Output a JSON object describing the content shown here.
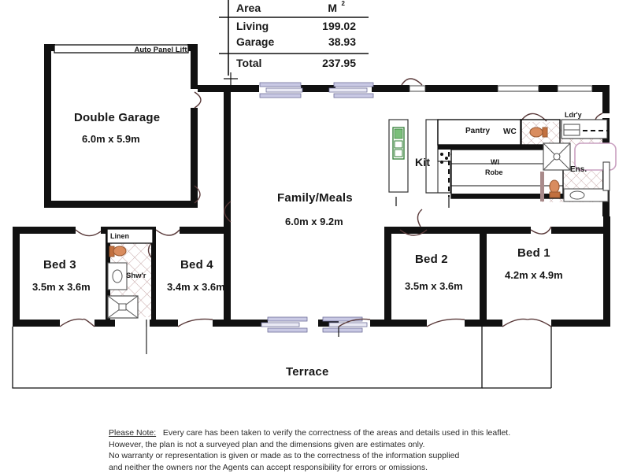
{
  "area_table": {
    "header_label": "Area",
    "header_unit": "M",
    "header_unit_sup": "2",
    "rows": [
      {
        "label": "Living",
        "value": "199.02"
      },
      {
        "label": "Garage",
        "value": "38.93"
      },
      {
        "label": "Total",
        "value": "237.95"
      }
    ]
  },
  "rooms": {
    "garage": {
      "name": "Double Garage",
      "dim": "6.0m x 5.9m"
    },
    "garage_door": {
      "name": "Auto Panel Lift"
    },
    "family": {
      "name": "Family/Meals",
      "dim": "6.0m x 9.2m"
    },
    "kitchen": {
      "name": "Kit"
    },
    "pantry": {
      "name": "Pantry"
    },
    "wc": {
      "name": "WC"
    },
    "laundry": {
      "name": "Ldr'y"
    },
    "wi_robe": {
      "name": "WI\nRobe",
      "line1": "WI",
      "line2": "Robe"
    },
    "ensuite": {
      "name": "Ens."
    },
    "bed1": {
      "name": "Bed 1",
      "dim": "4.2m x 4.9m"
    },
    "bed2": {
      "name": "Bed 2",
      "dim": "3.5m x 3.6m"
    },
    "bed3": {
      "name": "Bed 3",
      "dim": "3.5m x 3.6m"
    },
    "bed4": {
      "name": "Bed 4",
      "dim": "3.4m x 3.6m"
    },
    "linen": {
      "name": "Linen"
    },
    "shower": {
      "name": "Shw'r"
    },
    "terrace": {
      "name": "Terrace"
    }
  },
  "note": {
    "prefix": "Please Note:",
    "line1": "Every care has been taken to verify the correctness of the areas and details used in this leaflet.",
    "line2": "However, the plan is not a surveyed plan and the dimensions given are estimates only.",
    "line3": "No warranty or representation is given or made as to the correctness of the information supplied",
    "line4": "and neither the owners nor the Agents can accept responsibility for errors or omissions."
  },
  "colors": {
    "wall": "#111111",
    "thin_wall": "#1a1a1a",
    "window_glass": "#c9c9e4",
    "window_frame": "#8f8fb5",
    "fixture_orange": "#c2703f",
    "fixture_pink": "#c9a0c0",
    "cooktop_green": "#2e7d32",
    "tile_hatch": "#c7a8a8",
    "door_arc": "#5a3a3a",
    "paper": "#ffffff"
  }
}
